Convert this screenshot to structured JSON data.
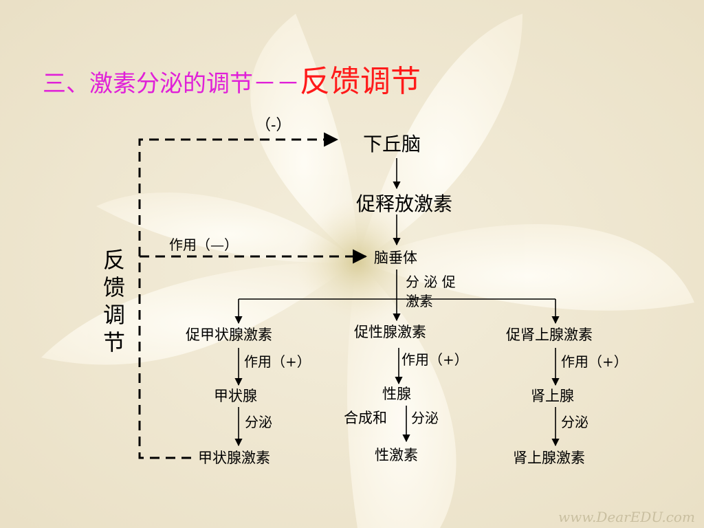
{
  "title": {
    "part1": "三、激素分泌的调节－－",
    "part2": "反馈调节"
  },
  "feedback_label": [
    "反",
    "馈",
    "调",
    "节"
  ],
  "top_feedback_label": "（-）",
  "pituitary_feedback_label": "作用（—）",
  "nodes": {
    "hypothalamus": "下丘脑",
    "releasing_hormone": "促释放激素",
    "pituitary": "脑垂体",
    "tropic_label": "分 泌 促",
    "tropic_label_2": "激素",
    "tsh": "促甲状腺激素",
    "gth": "促性腺激素",
    "acth": "促肾上腺激素",
    "thyroid": "甲状腺",
    "gonad": "性腺",
    "adrenal": "肾上腺",
    "thyroxine": "甲状腺激素",
    "sex_hormone": "性激素",
    "adrenal_hormone": "肾上腺激素"
  },
  "edge_labels": {
    "action_plus_1": "作用（+）",
    "action_plus_2": "作用（+）",
    "action_plus_3": "作用（+）",
    "secrete_1": "分泌",
    "synth_and": "合成和",
    "secrete_2": "分泌",
    "secrete_3": "分泌"
  },
  "watermark": "www.DearEDU.com",
  "colors": {
    "title_magenta": "#e020d8",
    "title_red": "#ff1a1a"
  }
}
